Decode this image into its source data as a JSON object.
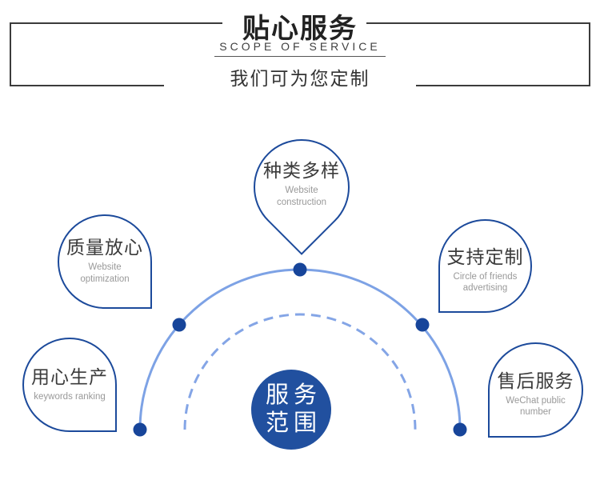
{
  "header": {
    "title": "贴心服务",
    "subtitle": "SCOPE OF SERVICE",
    "tagline": "我们可为您定制"
  },
  "center_badge": {
    "line1": "服务",
    "line2": "范围"
  },
  "pins": [
    {
      "zh": "种类多样",
      "en": "Website construction",
      "position": "top"
    },
    {
      "zh": "质量放心",
      "en": "Website optimization",
      "position": "upper-left"
    },
    {
      "zh": "用心生产",
      "en": "keywords ranking",
      "position": "lower-left"
    },
    {
      "zh": "支持定制",
      "en": "Circle of friends advertising",
      "position": "upper-right"
    },
    {
      "zh": "售后服务",
      "en": "WeChat public number",
      "position": "lower-right"
    }
  ],
  "colors": {
    "pin_border_blue": "#1c4a9b",
    "dot_blue": "#17459a",
    "center_circle_blue": "#21509f",
    "arc_light_blue": "#7da2e5",
    "header_line_dark": "#3b3b3b"
  }
}
